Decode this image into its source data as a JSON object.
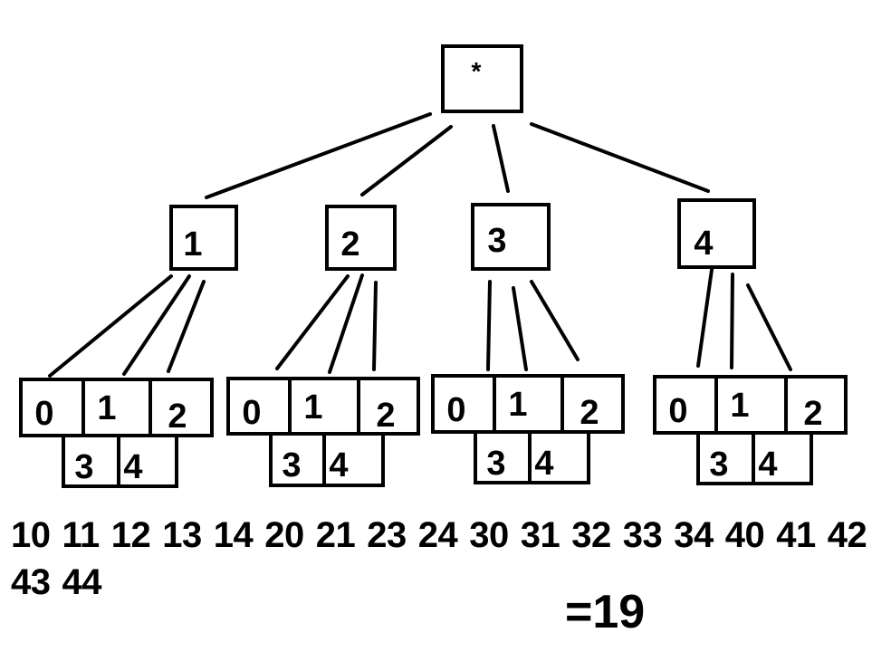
{
  "diagram": {
    "root": {
      "label": "*"
    },
    "level1": [
      {
        "label": "1"
      },
      {
        "label": "2"
      },
      {
        "label": "3"
      },
      {
        "label": "4"
      }
    ],
    "child_groups": [
      {
        "parent": "1",
        "top_cells": [
          "0",
          "1",
          "2"
        ],
        "bottom_cells": [
          "3",
          "4"
        ]
      },
      {
        "parent": "2",
        "top_cells": [
          "0",
          "1",
          "2"
        ],
        "bottom_cells": [
          "3",
          "4"
        ]
      },
      {
        "parent": "3",
        "top_cells": [
          "0",
          "1",
          "2"
        ],
        "bottom_cells": [
          "3",
          "4"
        ]
      },
      {
        "parent": "4",
        "top_cells": [
          "0",
          "1",
          "2"
        ],
        "bottom_cells": [
          "3",
          "4"
        ]
      }
    ],
    "leaf_sequence": [
      "10",
      "11",
      "12",
      "13",
      "14",
      "20",
      "21",
      "23",
      "24",
      "30",
      "31",
      "32",
      "33",
      "34",
      "40",
      "41",
      "42",
      "43",
      "44"
    ],
    "result": "=19",
    "colors": {
      "stroke": "#000000",
      "background": "#ffffff"
    }
  }
}
